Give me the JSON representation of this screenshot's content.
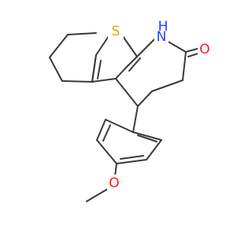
{
  "molecule": {
    "atoms": {
      "sulfur": {
        "symbol": "S",
        "color": "#c8b400"
      },
      "nh": {
        "symbol": "N",
        "hydrogen": "H",
        "color": "#2a3cff"
      },
      "carbonyl_o": {
        "symbol": "O",
        "color": "#ff1a1a"
      },
      "methoxy_o": {
        "symbol": "O",
        "color": "#ff1a1a"
      }
    },
    "bond_color": "#3a3a3a",
    "background": "#ffffff"
  }
}
